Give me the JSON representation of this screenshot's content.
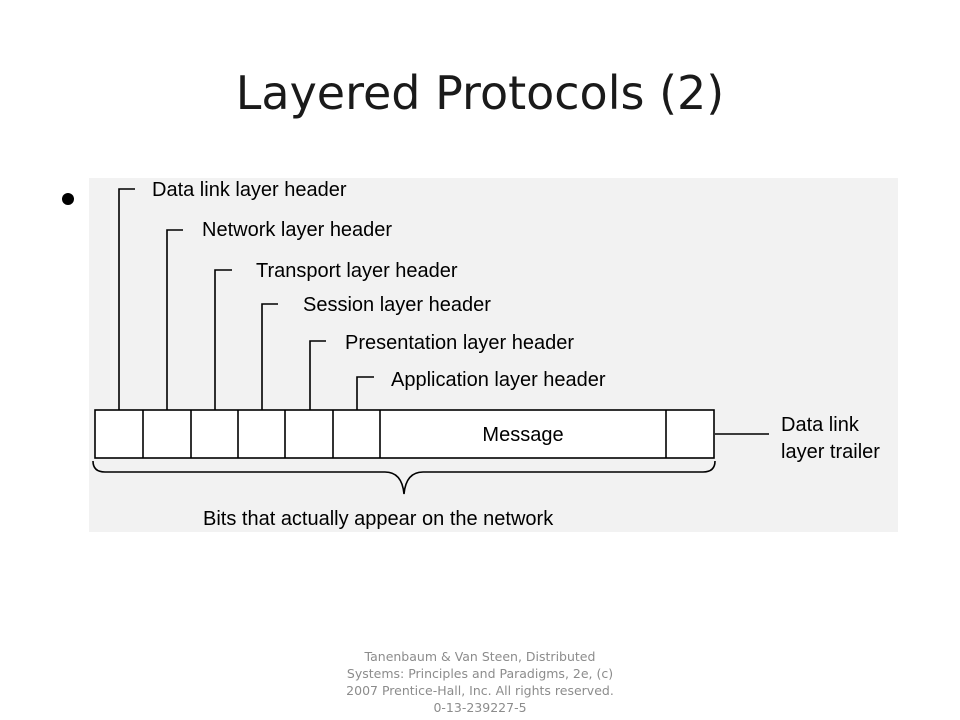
{
  "slide": {
    "title": "Layered Protocols (2)"
  },
  "diagram": {
    "headers": [
      "Data link layer header",
      "Network layer header",
      "Transport layer header",
      "Session layer header",
      "Presentation layer header",
      "Application layer header"
    ],
    "message_label": "Message",
    "trailer_label_line1": "Data link",
    "trailer_label_line2": "layer trailer",
    "brace_label": "Bits that actually appear on the network"
  },
  "footer": {
    "lines": [
      "Tanenbaum & Van Steen, Distributed",
      "Systems: Principles and Paradigms, 2e, (c)",
      "2007 Prentice-Hall, Inc. All rights reserved.",
      "0-13-239227-5"
    ]
  }
}
